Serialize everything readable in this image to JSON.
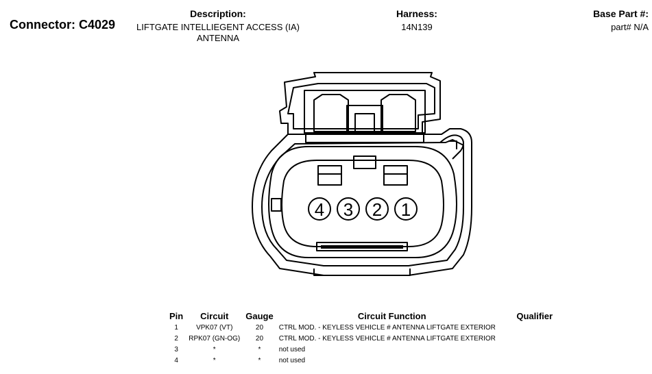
{
  "header": {
    "connector_title": "Connector: C4029",
    "description_label": "Description:",
    "description_lines": [
      "LIFTGATE INTELLIEGENT ACCESS (IA)",
      "ANTENNA"
    ],
    "harness_label": "Harness:",
    "harness_value": "14N139",
    "base_part_label": "Base Part #:",
    "base_part_value": "part# N/A"
  },
  "connector_pins": [
    "4",
    "3",
    "2",
    "1"
  ],
  "table": {
    "columns": [
      "Pin",
      "Circuit",
      "Gauge",
      "Circuit Function",
      "Qualifier"
    ],
    "rows": [
      {
        "pin": "1",
        "circuit": "VPK07 (VT)",
        "gauge": "20",
        "function": "CTRL MOD. - KEYLESS VEHICLE # ANTENNA LIFTGATE EXTERIOR",
        "qualifier": ""
      },
      {
        "pin": "2",
        "circuit": "RPK07 (GN-OG)",
        "gauge": "20",
        "function": "CTRL MOD. - KEYLESS VEHICLE # ANTENNA LIFTGATE EXTERIOR",
        "qualifier": ""
      },
      {
        "pin": "3",
        "circuit": "*",
        "gauge": "*",
        "function": "not used",
        "qualifier": ""
      },
      {
        "pin": "4",
        "circuit": "*",
        "gauge": "*",
        "function": "not used",
        "qualifier": ""
      }
    ]
  }
}
